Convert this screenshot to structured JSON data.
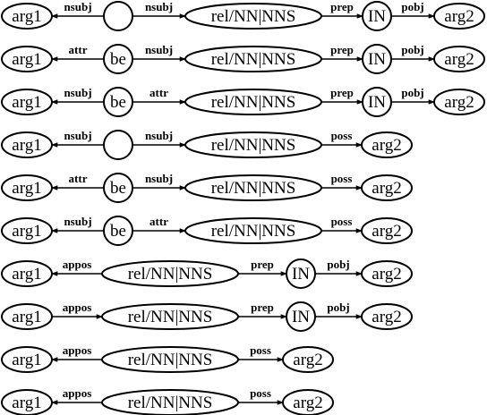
{
  "patterns": [
    {
      "nodes": [
        {
          "label": "arg1",
          "shape": "ellipse"
        },
        {
          "label": "",
          "shape": "circle"
        },
        {
          "label": "rel/NN|NNS",
          "shape": "ellipse"
        },
        {
          "label": "IN",
          "shape": "circle"
        },
        {
          "label": "arg2",
          "shape": "ellipse"
        }
      ],
      "edges": [
        {
          "from": 1,
          "to": 0,
          "label": "nsubj"
        },
        {
          "from": 1,
          "to": 2,
          "label": "nsubj"
        },
        {
          "from": 2,
          "to": 3,
          "label": "prep"
        },
        {
          "from": 3,
          "to": 4,
          "label": "pobj"
        }
      ]
    },
    {
      "nodes": [
        {
          "label": "arg1",
          "shape": "ellipse"
        },
        {
          "label": "be",
          "shape": "circle"
        },
        {
          "label": "rel/NN|NNS",
          "shape": "ellipse"
        },
        {
          "label": "IN",
          "shape": "circle"
        },
        {
          "label": "arg2",
          "shape": "ellipse"
        }
      ],
      "edges": [
        {
          "from": 1,
          "to": 0,
          "label": "attr"
        },
        {
          "from": 1,
          "to": 2,
          "label": "nsubj"
        },
        {
          "from": 2,
          "to": 3,
          "label": "prep"
        },
        {
          "from": 3,
          "to": 4,
          "label": "pobj"
        }
      ]
    },
    {
      "nodes": [
        {
          "label": "arg1",
          "shape": "ellipse"
        },
        {
          "label": "be",
          "shape": "circle"
        },
        {
          "label": "rel/NN|NNS",
          "shape": "ellipse"
        },
        {
          "label": "IN",
          "shape": "circle"
        },
        {
          "label": "arg2",
          "shape": "ellipse"
        }
      ],
      "edges": [
        {
          "from": 1,
          "to": 0,
          "label": "nsubj"
        },
        {
          "from": 1,
          "to": 2,
          "label": "attr"
        },
        {
          "from": 2,
          "to": 3,
          "label": "prep"
        },
        {
          "from": 3,
          "to": 4,
          "label": "pobj"
        }
      ]
    },
    {
      "nodes": [
        {
          "label": "arg1",
          "shape": "ellipse"
        },
        {
          "label": "",
          "shape": "circle"
        },
        {
          "label": "rel/NN|NNS",
          "shape": "ellipse"
        },
        {
          "label": "arg2",
          "shape": "ellipse"
        }
      ],
      "edges": [
        {
          "from": 1,
          "to": 0,
          "label": "nsubj"
        },
        {
          "from": 1,
          "to": 2,
          "label": "nsubj"
        },
        {
          "from": 2,
          "to": 3,
          "label": "poss"
        }
      ]
    },
    {
      "nodes": [
        {
          "label": "arg1",
          "shape": "ellipse"
        },
        {
          "label": "be",
          "shape": "circle"
        },
        {
          "label": "rel/NN|NNS",
          "shape": "ellipse"
        },
        {
          "label": "arg2",
          "shape": "ellipse"
        }
      ],
      "edges": [
        {
          "from": 1,
          "to": 0,
          "label": "attr"
        },
        {
          "from": 1,
          "to": 2,
          "label": "nsubj"
        },
        {
          "from": 2,
          "to": 3,
          "label": "poss"
        }
      ]
    },
    {
      "nodes": [
        {
          "label": "arg1",
          "shape": "ellipse"
        },
        {
          "label": "be",
          "shape": "circle"
        },
        {
          "label": "rel/NN|NNS",
          "shape": "ellipse"
        },
        {
          "label": "arg2",
          "shape": "ellipse"
        }
      ],
      "edges": [
        {
          "from": 1,
          "to": 0,
          "label": "nsubj"
        },
        {
          "from": 1,
          "to": 2,
          "label": "attr"
        },
        {
          "from": 2,
          "to": 3,
          "label": "poss"
        }
      ]
    },
    {
      "nodes": [
        {
          "label": "arg1",
          "shape": "ellipse"
        },
        {
          "label": "rel/NN|NNS",
          "shape": "ellipse"
        },
        {
          "label": "IN",
          "shape": "circle"
        },
        {
          "label": "arg2",
          "shape": "ellipse"
        }
      ],
      "edges": [
        {
          "from": 1,
          "to": 0,
          "label": "appos"
        },
        {
          "from": 1,
          "to": 2,
          "label": "prep"
        },
        {
          "from": 2,
          "to": 3,
          "label": "pobj"
        }
      ]
    },
    {
      "nodes": [
        {
          "label": "arg1",
          "shape": "ellipse"
        },
        {
          "label": "rel/NN|NNS",
          "shape": "ellipse"
        },
        {
          "label": "IN",
          "shape": "circle"
        },
        {
          "label": "arg2",
          "shape": "ellipse"
        }
      ],
      "edges": [
        {
          "from": 0,
          "to": 1,
          "label": "appos"
        },
        {
          "from": 1,
          "to": 2,
          "label": "prep"
        },
        {
          "from": 2,
          "to": 3,
          "label": "pobj"
        }
      ]
    },
    {
      "nodes": [
        {
          "label": "arg1",
          "shape": "ellipse"
        },
        {
          "label": "rel/NN|NNS",
          "shape": "ellipse"
        },
        {
          "label": "arg2",
          "shape": "ellipse"
        }
      ],
      "edges": [
        {
          "from": 1,
          "to": 0,
          "label": "appos"
        },
        {
          "from": 1,
          "to": 2,
          "label": "poss"
        }
      ]
    },
    {
      "nodes": [
        {
          "label": "arg1",
          "shape": "ellipse"
        },
        {
          "label": "rel/NN|NNS",
          "shape": "ellipse"
        },
        {
          "label": "arg2",
          "shape": "ellipse"
        }
      ],
      "edges": [
        {
          "from": 1,
          "to": 0,
          "label": "appos"
        },
        {
          "from": 1,
          "to": 2,
          "label": "poss"
        }
      ]
    }
  ]
}
